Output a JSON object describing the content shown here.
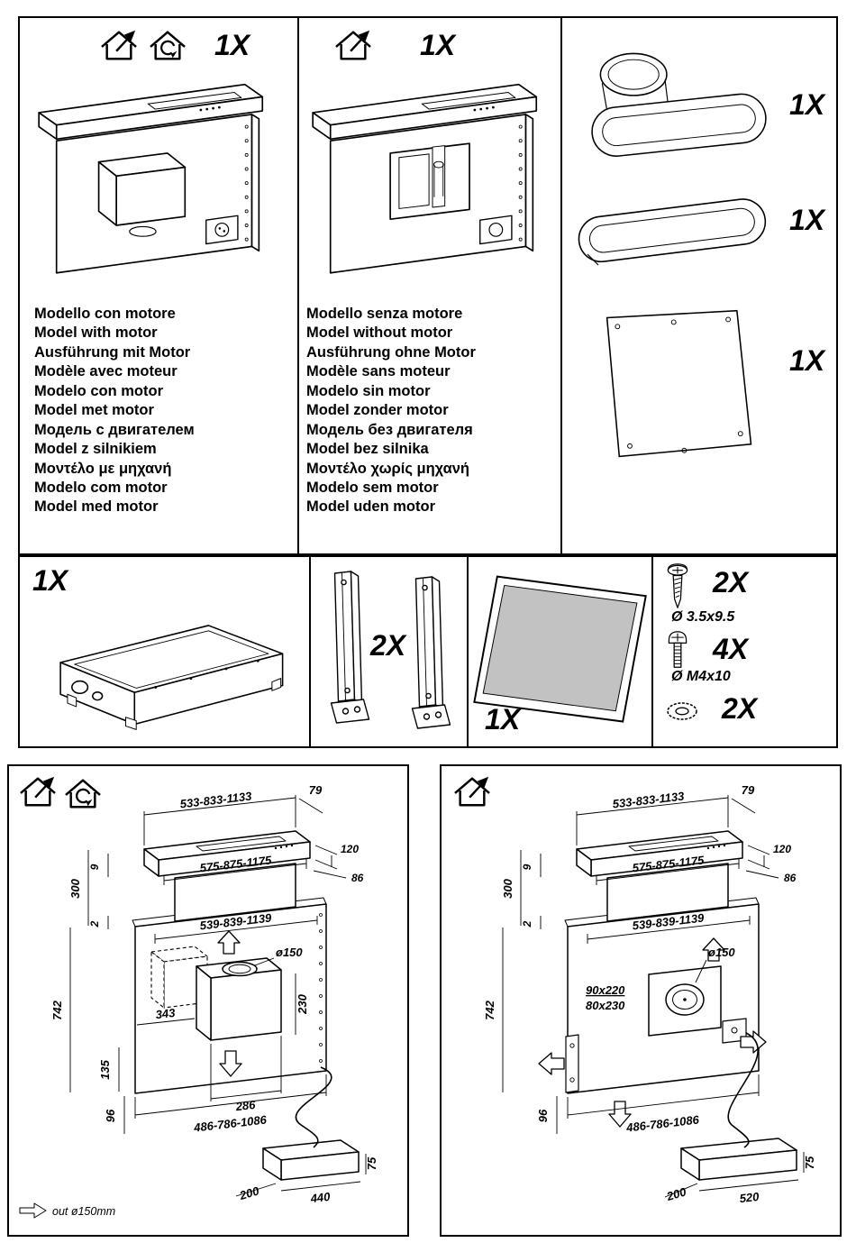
{
  "top": {
    "with_motor": {
      "qty": "1X",
      "labels": [
        "Modello con motore",
        "Model with motor",
        "Ausführung mit Motor",
        "Modèle avec moteur",
        "Modelo con motor",
        "Model met motor",
        "Модель с двигателем",
        "Model z silnikiem",
        "Μοντέλο με μηχανή",
        "Modelo com motor",
        "Model med motor"
      ]
    },
    "without_motor": {
      "qty": "1X",
      "labels": [
        "Modello senza motore",
        "Model without motor",
        "Ausführung ohne Motor",
        "Modèle sans moteur",
        "Modelo sin motor",
        "Model zonder motor",
        "Модель без двигателя",
        "Model bez silnika",
        "Μοντέλο χωρίς μηχανή",
        "Modelo sem motor",
        "Model uden motor"
      ]
    },
    "accessories": {
      "adapter_qty": "1X",
      "duct_qty": "1X",
      "panel_qty": "1X"
    }
  },
  "middle": {
    "blower_qty": "1X",
    "brackets_qty": "2X",
    "glass_qty": "1X",
    "hardware": [
      {
        "qty": "2X",
        "size": "Ø 3.5x9.5"
      },
      {
        "qty": "4X",
        "size": "Ø M4x10"
      },
      {
        "qty": "2X",
        "size": ""
      }
    ]
  },
  "dims_left": {
    "width_top": "533-833-1133",
    "depth": "79",
    "bar_height": "120",
    "gap_top": "9",
    "bar_width": "575-875-1175",
    "depth2": "86",
    "chimney_height": "300",
    "gap2": "2",
    "cutout_width": "539-839-1139",
    "duct_dia": "ø150",
    "panel_height": "742",
    "motor_offset": "343",
    "motor_height": "230",
    "bottom_offset": "135",
    "motor_width": "286",
    "panel_width": "486-786-1086",
    "side_offset": "96",
    "box_offset": "200",
    "box_width": "440",
    "box_height": "75",
    "note": "out ø150mm"
  },
  "dims_right": {
    "width_top": "533-833-1133",
    "depth": "79",
    "bar_height": "120",
    "gap_top": "9",
    "bar_width": "575-875-1175",
    "depth2": "86",
    "chimney_height": "300",
    "gap2": "2",
    "cutout_width": "539-839-1139",
    "duct_dia": "ø150",
    "panel_height": "742",
    "cutout1": "90x220",
    "cutout2": "80x230",
    "panel_width": "486-786-1086",
    "side_offset": "96",
    "box_offset": "200",
    "box_width": "520",
    "box_height": "75"
  }
}
